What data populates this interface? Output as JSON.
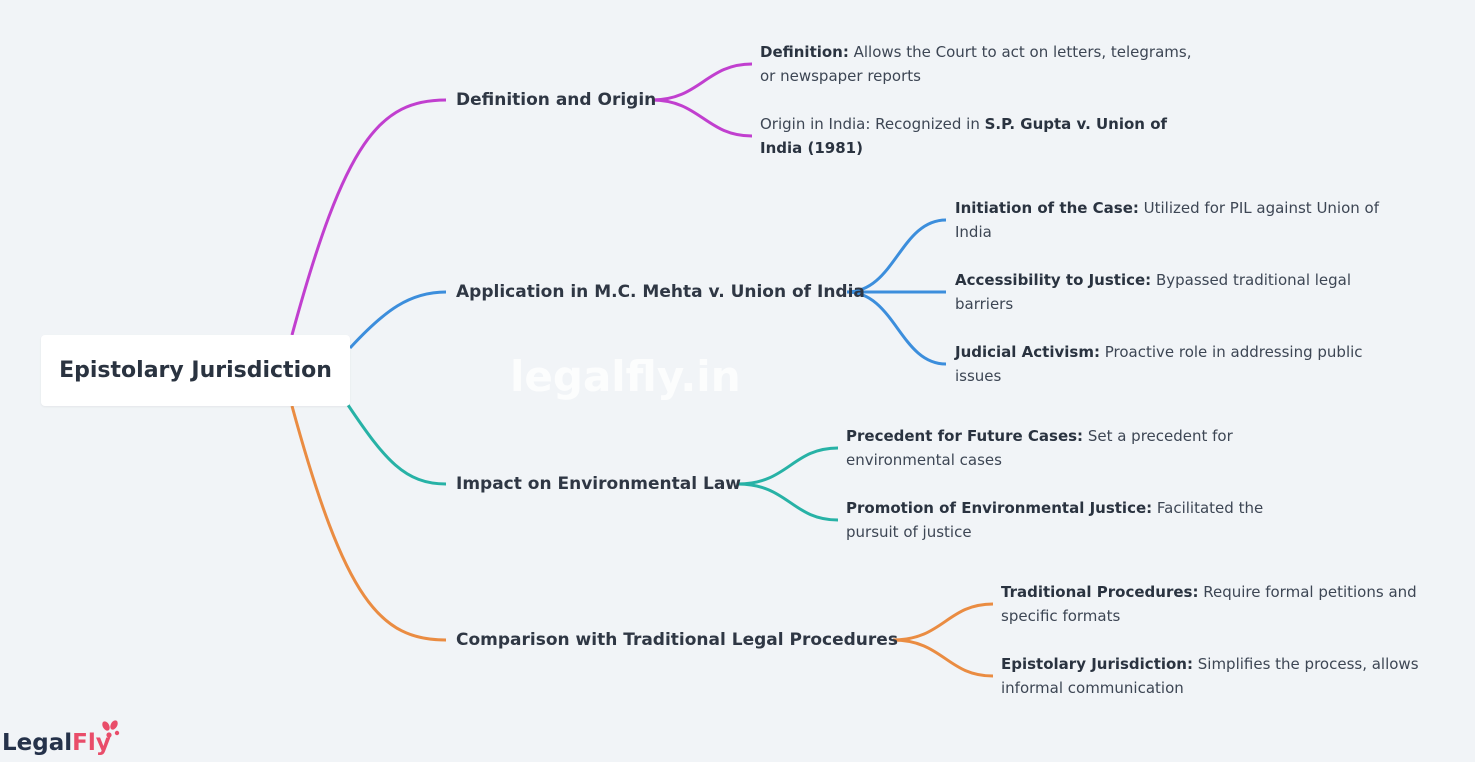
{
  "root": {
    "label": "Epistolary Jurisdiction"
  },
  "watermark": "legalfly.in",
  "logo": {
    "part1": "Legal",
    "part2": "Fly"
  },
  "colors": {
    "definition": "#c13fcf",
    "application": "#3c8edc",
    "impact": "#27b2a6",
    "comparison": "#ea8c42"
  },
  "branches": [
    {
      "label": "Definition and Origin",
      "leaves": [
        {
          "key": "Definition:",
          "text": " Allows the Court to act on letters, telegrams, or newspaper reports"
        },
        {
          "key": "",
          "pre": "Origin in India: Recognized in ",
          "bold": "S.P. Gupta v. Union of India (1981)"
        }
      ]
    },
    {
      "label": "Application in M.C. Mehta v. Union of India",
      "leaves": [
        {
          "key": "Initiation of the Case:",
          "text": " Utilized for PIL against Union of India"
        },
        {
          "key": "Accessibility to Justice:",
          "text": " Bypassed traditional legal barriers"
        },
        {
          "key": "Judicial Activism:",
          "text": " Proactive role in addressing public issues"
        }
      ]
    },
    {
      "label": "Impact on Environmental Law",
      "leaves": [
        {
          "key": "Precedent for Future Cases:",
          "text": " Set a precedent for environmental cases"
        },
        {
          "key": "Promotion of Environmental Justice:",
          "text": " Facilitated the pursuit of justice"
        }
      ]
    },
    {
      "label": "Comparison with Traditional Legal Procedures",
      "leaves": [
        {
          "key": "Traditional Procedures:",
          "text": " Require formal petitions and specific formats"
        },
        {
          "key": "Epistolary Jurisdiction:",
          "text": " Simplifies the process, allows informal communication"
        }
      ]
    }
  ]
}
